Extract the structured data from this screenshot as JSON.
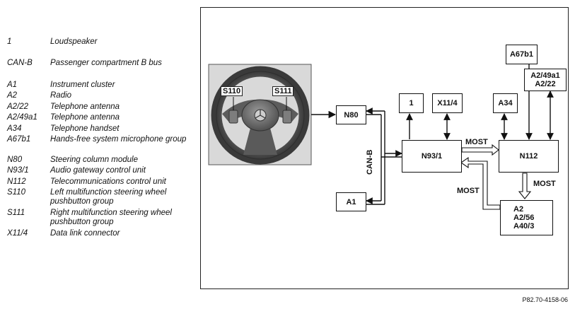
{
  "legend": [
    {
      "code": "1",
      "desc": "Loudspeaker"
    },
    {
      "code": "CAN-B",
      "desc": "Passenger compartment B bus"
    },
    {
      "code": "A1",
      "desc": "Instrument cluster"
    },
    {
      "code": "A2",
      "desc": "Radio"
    },
    {
      "code": "A2/22",
      "desc": "Telephone antenna"
    },
    {
      "code": "A2/49a1",
      "desc": "Telephone antenna"
    },
    {
      "code": "A34",
      "desc": "Telephone handset"
    },
    {
      "code": "A67b1",
      "desc": "Hands-free system microphone group"
    },
    {
      "code": "N80",
      "desc": "Steering column module"
    },
    {
      "code": "N93/1",
      "desc": "Audio gateway control unit"
    },
    {
      "code": "N112",
      "desc": "Telecommunications control unit"
    },
    {
      "code": "S110",
      "desc": "Left multifunction steering wheel pushbutton group"
    },
    {
      "code": "S111",
      "desc": "Right multifunction steering wheel pushbutton group"
    },
    {
      "code": "X11/4",
      "desc": "Data link connector"
    }
  ],
  "diagram": {
    "boxes": {
      "n80": "N80",
      "a1": "A1",
      "one": "1",
      "x11_4": "X11/4",
      "n93_1": "N93/1",
      "a34": "A34",
      "a67b1": "A67b1",
      "a2_49a1": "A2/49a1",
      "a2_22": "A2/22",
      "n112": "N112",
      "a2": "A2",
      "a2_56": "A2/56",
      "a40_3": "A40/3"
    },
    "labels": {
      "can_b": "CAN-B",
      "most_top": "MOST",
      "most_right": "MOST",
      "most_left": "MOST",
      "s110": "S110",
      "s111": "S111"
    }
  },
  "figure_id": "P82.70-4158-06"
}
